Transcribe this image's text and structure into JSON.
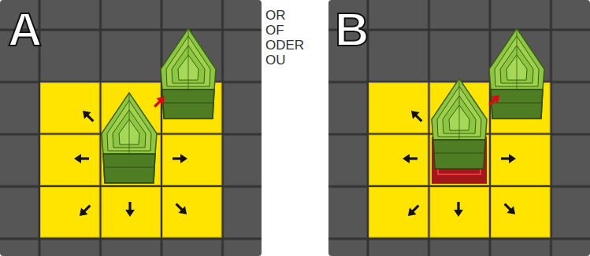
{
  "diagram": {
    "labels": [
      "A",
      "B",
      "OR",
      "OF",
      "ODER",
      "OU"
    ]
  }
}
